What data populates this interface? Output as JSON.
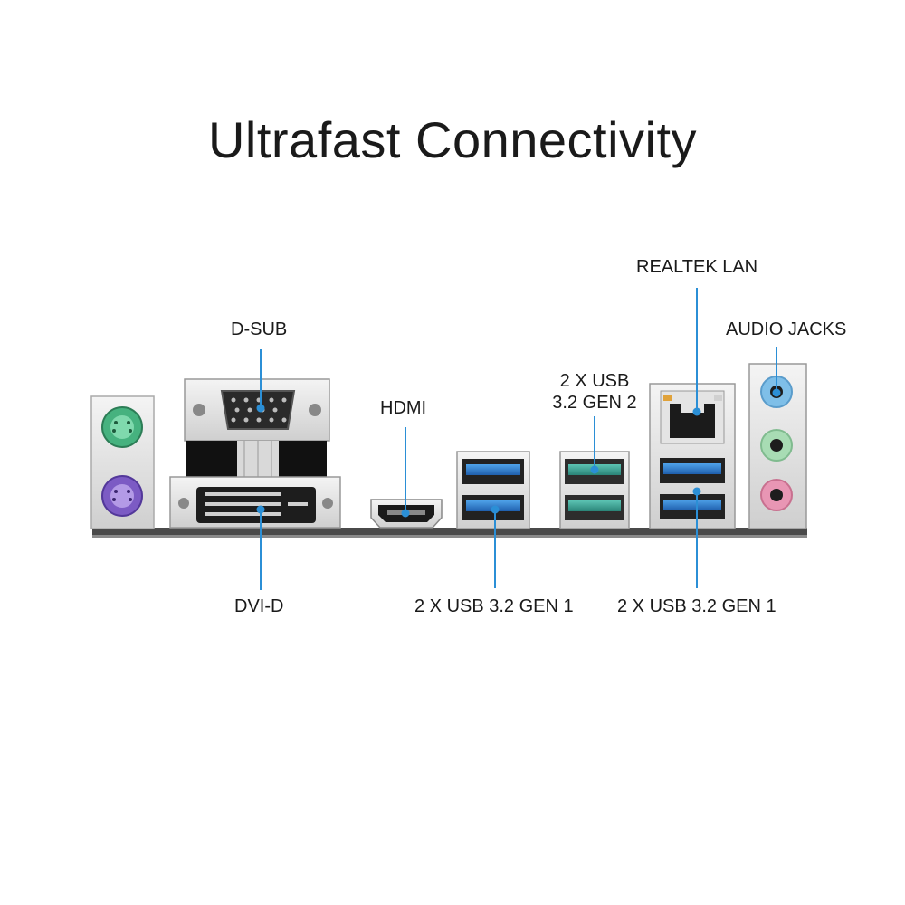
{
  "title": "Ultrafast Connectivity",
  "colors": {
    "accent_line": "#2b8fd6",
    "ps2_keyboard": "#8c6ccf",
    "ps2_mouse": "#4fbf8a",
    "usb_blue": "#2f7fd0",
    "usb_teal": "#3aa99a",
    "audio_blue": "#7fbfe8",
    "audio_green": "#a8dcb4",
    "audio_pink": "#e896b4"
  },
  "labels": {
    "dsub": "D-SUB",
    "dvid": "DVI-D",
    "hdmi": "HDMI",
    "usb_gen2_line1": "2 X USB",
    "usb_gen2_line2": "3.2 GEN 2",
    "realtek_lan": "REALTEK LAN",
    "audio_jacks": "AUDIO JACKS",
    "usb_gen1_left": "2 X USB 3.2 GEN 1",
    "usb_gen1_right": "2 X USB 3.2 GEN 1"
  },
  "icons": [
    "ps2-port-icon",
    "vga-port-icon",
    "dvi-port-icon",
    "hdmi-port-icon",
    "usb-port-icon",
    "rj45-port-icon",
    "audio-jack-icon"
  ]
}
